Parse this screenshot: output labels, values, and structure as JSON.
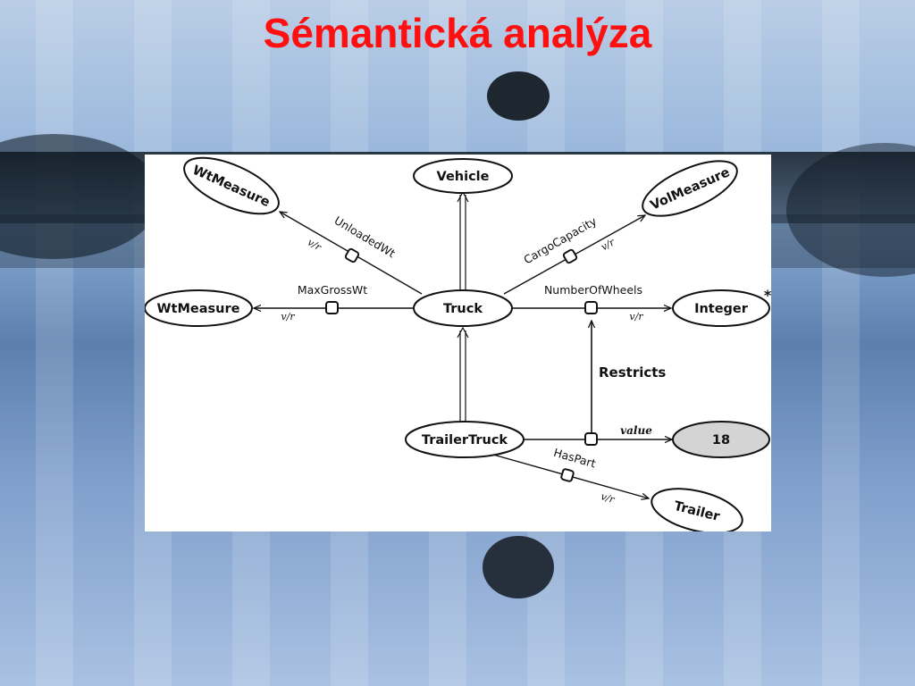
{
  "slide": {
    "title": "Sémantická analýza"
  },
  "diagram": {
    "nodes": {
      "vehicle": "Vehicle",
      "truck": "Truck",
      "wtmeasure_top": "WtMeasure",
      "volmeasure": "VolMeasure",
      "wtmeasure_left": "WtMeasure",
      "integer": "Integer",
      "trailertruck": "TrailerTruck",
      "value18": "18",
      "trailer": "Trailer"
    },
    "edges": {
      "unloaded_wt": "UnloadedWt",
      "cargo_capacity": "CargoCapacity",
      "max_gross_wt": "MaxGrossWt",
      "number_of_wheels": "NumberOfWheels",
      "restricts": "Restricts",
      "value": "value",
      "has_part": "HasPart"
    },
    "marks": {
      "vr": "v/r",
      "star": "*"
    }
  },
  "colors": {
    "title": "#ff1010",
    "value_node_fill": "#d4d4d4"
  }
}
